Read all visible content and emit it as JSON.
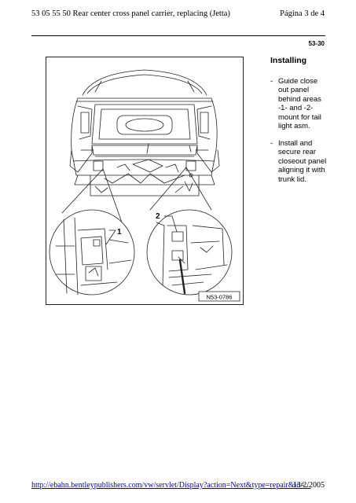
{
  "header": {
    "title": "53 05 55 50 Rear center cross panel carrier, replacing (Jetta)",
    "page": "Página 3 de 4"
  },
  "section_number": "53-30",
  "instructions": {
    "heading": "Installing",
    "steps": [
      "Guide close out panel behind areas -1- and -2- mount for tail light asm.",
      "Install and secure rear closeout panel aligning it with trunk lid."
    ]
  },
  "figure": {
    "callouts": [
      "1",
      "2"
    ],
    "code": "N53-0786"
  },
  "footer": {
    "url": "http://ebahn.bentleypublishers.com/vw/servlet/Display?action=Next&type=repair&id=...",
    "date": "13/2/2005"
  }
}
